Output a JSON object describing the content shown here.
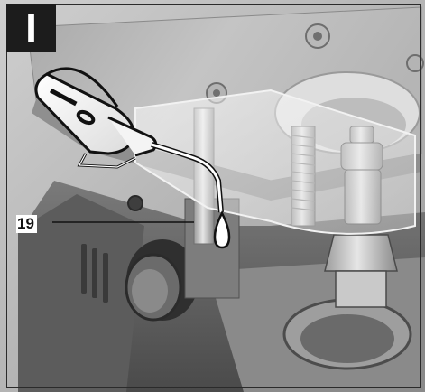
{
  "step": {
    "label": "I"
  },
  "callouts": [
    {
      "number": "19"
    }
  ],
  "illustration": {
    "subject": "oiler-bottle-dripping-onto-router-column",
    "oil_bottle_markings": [
      "I",
      "0"
    ]
  },
  "colors": {
    "badge_bg": "#1c1c1c",
    "badge_text": "#ffffff",
    "frame": "#2b2b2b",
    "oil": "#ffffff"
  }
}
